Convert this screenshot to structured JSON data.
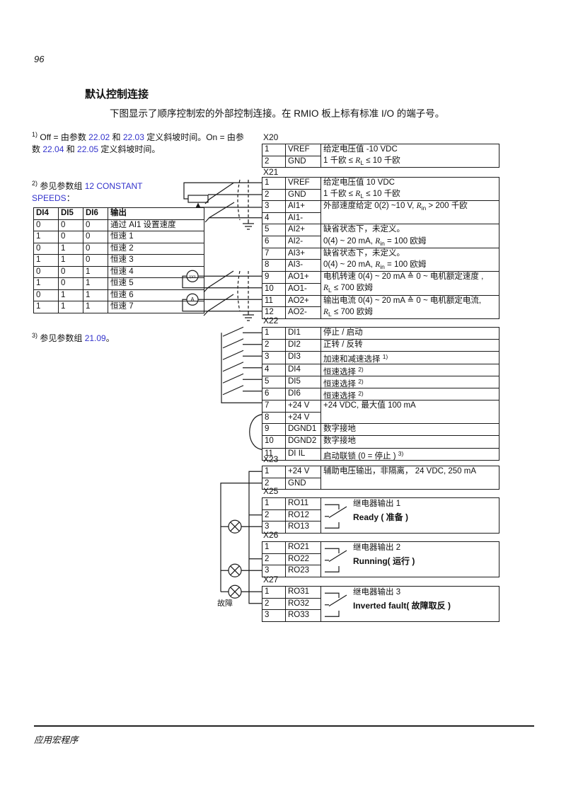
{
  "page": {
    "number": "96",
    "footer_text": "应用宏程序"
  },
  "header": {
    "title": "默认控制连接",
    "intro": "下图显示了顺序控制宏的外部控制连接。在 RMIO 板上标有标准 I/O 的端子号。"
  },
  "footnotes": {
    "f1": {
      "marker": "1)",
      "parts": [
        {
          "t": "Off = 由参数 "
        },
        {
          "t": "22.02",
          "link": true
        },
        {
          "t": " 和 "
        },
        {
          "t": "22.03",
          "link": true
        },
        {
          "t": " 定义斜坡时间。On = 由参数 "
        },
        {
          "t": "22.04",
          "link": true
        },
        {
          "t": " 和 "
        },
        {
          "t": "22.05",
          "link": true
        },
        {
          "t": " 定义斜坡时间。"
        }
      ]
    },
    "f2": {
      "marker": "2)",
      "parts": [
        {
          "t": "参见参数组 "
        },
        {
          "t": "12 CONSTANT SPEEDS",
          "link": true
        },
        {
          "t": "："
        }
      ]
    },
    "f3": {
      "marker": "3)",
      "parts": [
        {
          "t": "参见参数组 "
        },
        {
          "t": "21.09",
          "link": true
        },
        {
          "t": "。"
        }
      ]
    }
  },
  "speed_table": {
    "headers": [
      "DI4",
      "DI5",
      "DI6",
      "输出"
    ],
    "rows": [
      [
        "0",
        "0",
        "0",
        "通过 AI1 设置速度"
      ],
      [
        "1",
        "0",
        "0",
        "恒速 1"
      ],
      [
        "0",
        "1",
        "0",
        "恒速 2"
      ],
      [
        "1",
        "1",
        "0",
        "恒速 3"
      ],
      [
        "0",
        "0",
        "1",
        "恒速 4"
      ],
      [
        "1",
        "0",
        "1",
        "恒速 5"
      ],
      [
        "0",
        "1",
        "1",
        "恒速 6"
      ],
      [
        "1",
        "1",
        "1",
        "恒速 7"
      ]
    ]
  },
  "graphics": {
    "fault_label": "故障",
    "rpm_meter_label": "rpm",
    "ammeter_label": "A"
  },
  "terminal_sections": [
    {
      "label": "X20",
      "rows": [
        {
          "pin": "1",
          "name": "VREF"
        },
        {
          "pin": "2",
          "name": "GND"
        }
      ],
      "blocks": [
        {
          "span": 2,
          "lines": [
            [
              {
                "t": "给定电压值 -10 VDC"
              }
            ],
            [
              {
                "t": "1 千欧 ≤ "
              },
              {
                "t": "R",
                "st": "it"
              },
              {
                "t": "L",
                "st": "sub"
              },
              {
                "t": " ≤ 10 千欧"
              }
            ]
          ]
        }
      ]
    },
    {
      "label": "X21",
      "rows": [
        {
          "pin": "1",
          "name": "VREF"
        },
        {
          "pin": "2",
          "name": "GND"
        },
        {
          "pin": "3",
          "name": "AI1+"
        },
        {
          "pin": "4",
          "name": "AI1-"
        },
        {
          "pin": "5",
          "name": "AI2+"
        },
        {
          "pin": "6",
          "name": "AI2-"
        },
        {
          "pin": "7",
          "name": "AI3+"
        },
        {
          "pin": "8",
          "name": "AI3-"
        },
        {
          "pin": "9",
          "name": "AO1+"
        },
        {
          "pin": "10",
          "name": "AO1-"
        },
        {
          "pin": "11",
          "name": "AO2+"
        },
        {
          "pin": "12",
          "name": "AO2-"
        }
      ],
      "blocks": [
        {
          "span": 2,
          "lines": [
            [
              {
                "t": "给定电压值  10 VDC"
              }
            ],
            [
              {
                "t": "1 千欧 ≤ "
              },
              {
                "t": "R",
                "st": "it"
              },
              {
                "t": "L",
                "st": "sub"
              },
              {
                "t": " ≤ 10 千欧"
              }
            ]
          ]
        },
        {
          "span": 2,
          "lines": [
            [
              {
                "t": "外部速度给定  0(2) ~10 V, "
              },
              {
                "t": "R",
                "st": "it"
              },
              {
                "t": "in",
                "st": "sub"
              },
              {
                "t": " > 200 千欧"
              }
            ]
          ]
        },
        {
          "span": 2,
          "lines": [
            [
              {
                "t": "缺省状态下，未定义。"
              }
            ],
            [
              {
                "t": "0(4)  ~ 20 mA, "
              },
              {
                "t": "R",
                "st": "it"
              },
              {
                "t": "in",
                "st": "sub"
              },
              {
                "t": " = 100 欧姆"
              }
            ]
          ]
        },
        {
          "span": 2,
          "lines": [
            [
              {
                "t": "缺省状态下，未定义。"
              }
            ],
            [
              {
                "t": "0(4)  ~ 20 mA, "
              },
              {
                "t": "R",
                "st": "it"
              },
              {
                "t": "in",
                "st": "sub"
              },
              {
                "t": " = 100 欧姆"
              }
            ]
          ]
        },
        {
          "span": 2,
          "lines": [
            [
              {
                "t": "电机转速  0(4) ~ 20 mA ≙ 0 ~ 电机额定速度 ,"
              }
            ],
            [
              {
                "t": "R",
                "st": "it"
              },
              {
                "t": "L",
                "st": "sub"
              },
              {
                "t": " ≤ 700 欧姆"
              }
            ]
          ]
        },
        {
          "span": 2,
          "lines": [
            [
              {
                "t": "输出电流  0(4) ~ 20 mA ≙ 0 ~  电机额定电流,"
              }
            ],
            [
              {
                "t": "R",
                "st": "it"
              },
              {
                "t": "L",
                "st": "sub"
              },
              {
                "t": " ≤ 700 欧姆"
              }
            ]
          ]
        }
      ]
    },
    {
      "label": "X22",
      "rows": [
        {
          "pin": "1",
          "name": "DI1"
        },
        {
          "pin": "2",
          "name": "DI2"
        },
        {
          "pin": "3",
          "name": "DI3"
        },
        {
          "pin": "4",
          "name": "DI4"
        },
        {
          "pin": "5",
          "name": "DI5"
        },
        {
          "pin": "6",
          "name": "DI6"
        },
        {
          "pin": "7",
          "name": "+24 V"
        },
        {
          "pin": "8",
          "name": "+24 V"
        },
        {
          "pin": "9",
          "name": "DGND1"
        },
        {
          "pin": "10",
          "name": "DGND2"
        },
        {
          "pin": "11",
          "name": "DI IL"
        }
      ],
      "blocks": [
        {
          "span": 1,
          "lines": [
            [
              {
                "t": "停止 / 启动"
              }
            ]
          ]
        },
        {
          "span": 1,
          "lines": [
            [
              {
                "t": "正转 / 反转"
              }
            ]
          ]
        },
        {
          "span": 1,
          "lines": [
            [
              {
                "t": "加速和减速选择 "
              },
              {
                "t": "1)",
                "st": "sup"
              }
            ]
          ]
        },
        {
          "span": 1,
          "lines": [
            [
              {
                "t": "恒速选择 "
              },
              {
                "t": "2)",
                "st": "sup"
              }
            ]
          ]
        },
        {
          "span": 1,
          "lines": [
            [
              {
                "t": "恒速选择 "
              },
              {
                "t": "2)",
                "st": "sup"
              }
            ]
          ]
        },
        {
          "span": 1,
          "lines": [
            [
              {
                "t": "恒速选择 "
              },
              {
                "t": "2)",
                "st": "sup"
              }
            ]
          ]
        },
        {
          "span": 2,
          "lines": [
            [
              {
                "t": "+24 VDC, 最大值 100 mA"
              }
            ]
          ]
        },
        {
          "span": 1,
          "lines": [
            [
              {
                "t": "数字接地"
              }
            ]
          ]
        },
        {
          "span": 1,
          "lines": [
            [
              {
                "t": "数字接地"
              }
            ]
          ]
        },
        {
          "span": 1,
          "lines": [
            [
              {
                "t": "启动联锁 (0 = 停止 ) "
              },
              {
                "t": "3)",
                "st": "sup"
              }
            ]
          ]
        }
      ]
    },
    {
      "label": "X23",
      "rows": [
        {
          "pin": "1",
          "name": "+24 V"
        },
        {
          "pin": "2",
          "name": "GND"
        }
      ],
      "blocks": [
        {
          "span": 2,
          "lines": [
            [
              {
                "t": "辅助电压输出，非隔离， 24 VDC, 250 mA"
              }
            ]
          ]
        }
      ]
    },
    {
      "label": "X25",
      "rows": [
        {
          "pin": "1",
          "name": "RO11"
        },
        {
          "pin": "2",
          "name": "RO12"
        },
        {
          "pin": "3",
          "name": "RO13"
        }
      ],
      "blocks": [
        {
          "span": 3,
          "relay": {
            "title": "继电器输出 1",
            "name": "Ready ( 准备 )"
          }
        }
      ]
    },
    {
      "label": "X26",
      "rows": [
        {
          "pin": "1",
          "name": "RO21"
        },
        {
          "pin": "2",
          "name": "RO22"
        },
        {
          "pin": "3",
          "name": "RO23"
        }
      ],
      "blocks": [
        {
          "span": 3,
          "relay": {
            "title": "继电器输出 2",
            "name": "Running( 运行 )"
          }
        }
      ]
    },
    {
      "label": "X27",
      "rows": [
        {
          "pin": "1",
          "name": "RO31"
        },
        {
          "pin": "2",
          "name": "RO32"
        },
        {
          "pin": "3",
          "name": "RO33"
        }
      ],
      "blocks": [
        {
          "span": 3,
          "relay": {
            "title": "继电器输出 3",
            "name": "Inverted fault( 故障取反 )"
          }
        }
      ]
    }
  ]
}
